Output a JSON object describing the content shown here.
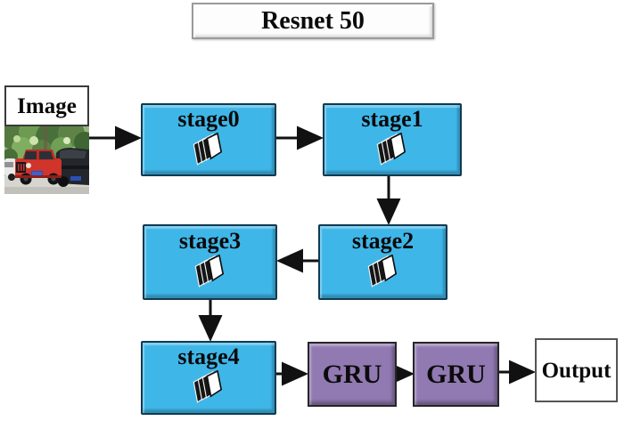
{
  "title": "Resnet 50",
  "nodes": {
    "image": "Image",
    "stage0": "stage0",
    "stage1": "stage1",
    "stage2": "stage2",
    "stage3": "stage3",
    "stage4": "stage4",
    "gru1": "GRU",
    "gru2": "GRU",
    "output": "Output"
  },
  "edges": [
    {
      "from": "image",
      "to": "stage0"
    },
    {
      "from": "stage0",
      "to": "stage1"
    },
    {
      "from": "stage1",
      "to": "stage2"
    },
    {
      "from": "stage2",
      "to": "stage3"
    },
    {
      "from": "stage3",
      "to": "stage4"
    },
    {
      "from": "stage4",
      "to": "gru1"
    },
    {
      "from": "gru1",
      "to": "gru2"
    },
    {
      "from": "gru2",
      "to": "output"
    }
  ],
  "icons": {
    "stage_icon": "stacked-feature-maps-icon",
    "image_thumbnail": "red-jeep-photo"
  },
  "colors": {
    "stage_fill": "#3fb6e8",
    "stage_border": "#0f3a52",
    "gru_fill": "#9179b2",
    "gru_border": "#262626",
    "arrow": "#111111"
  }
}
